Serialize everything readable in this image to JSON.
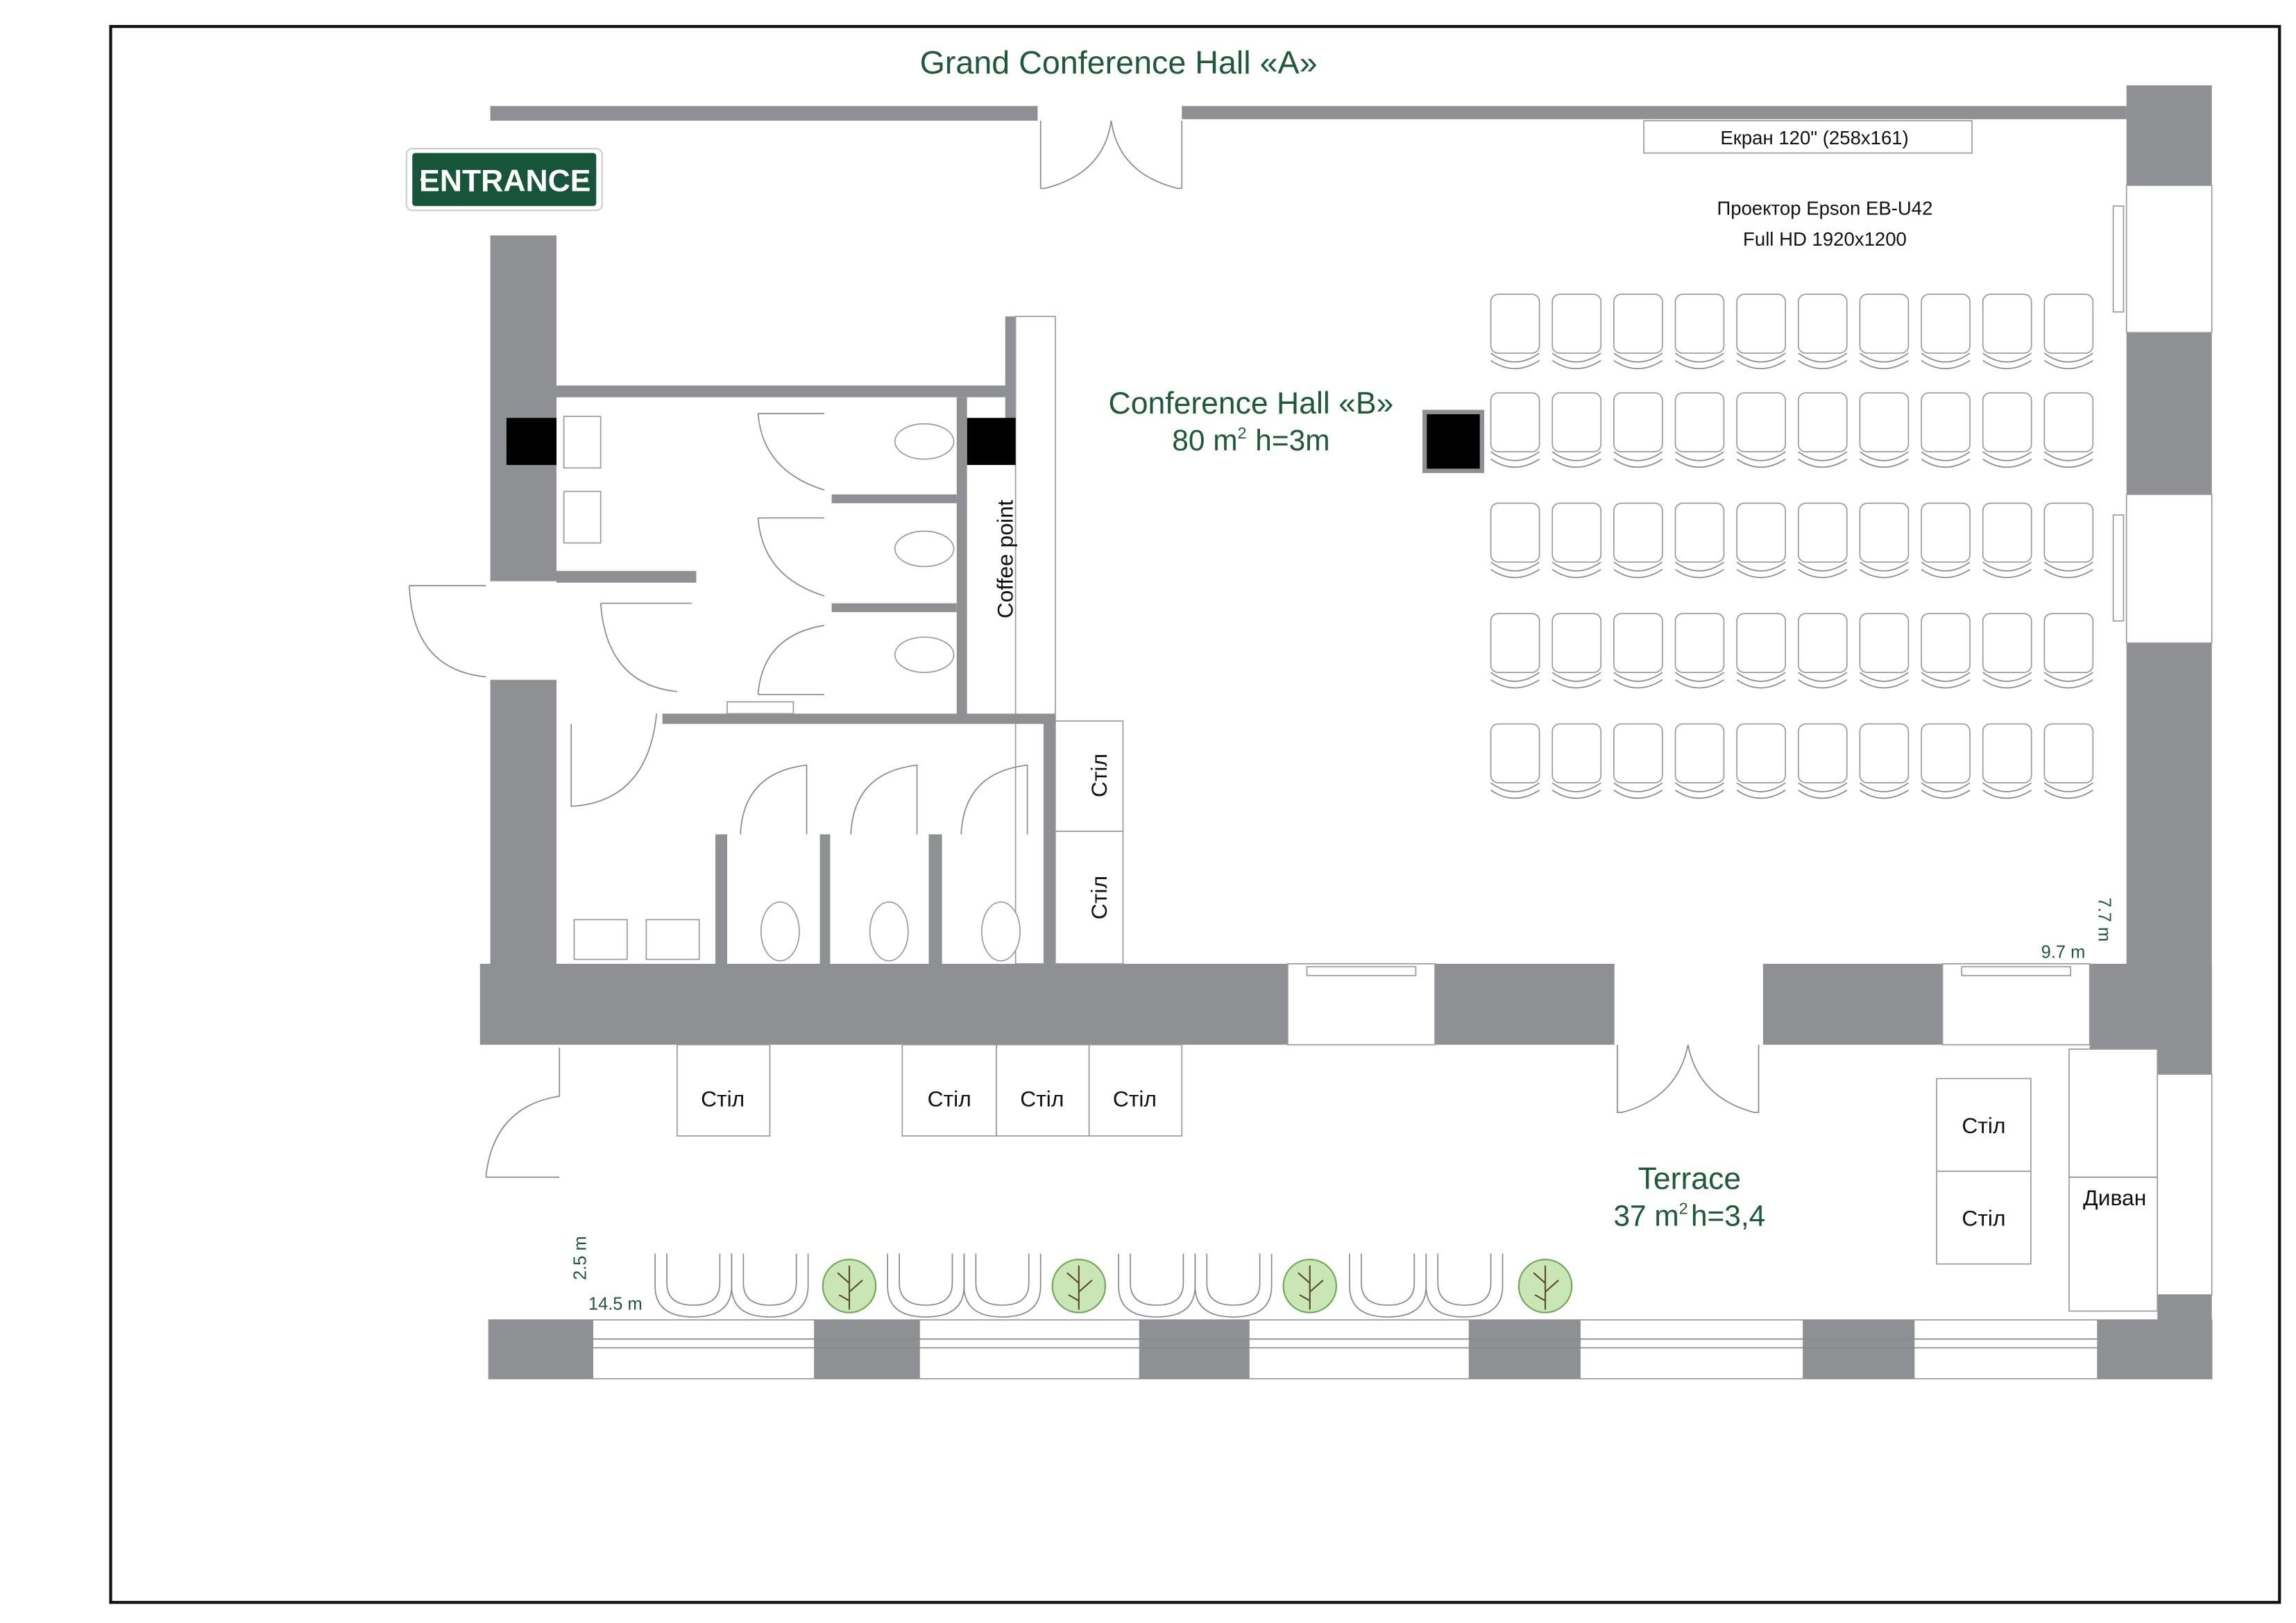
{
  "plan": {
    "title": "Grand Conference Hall «A»",
    "entrance_sign": "ENTRANCE",
    "screen_label": "Екран  120\" (258x161)",
    "projector_line1": "Проектор Epson EB-U42",
    "projector_line2": "Full HD 1920x1200",
    "hall_b": {
      "name": "Conference Hall «B»",
      "area": "80 m",
      "area_sup": "2",
      "height": "h=3m"
    },
    "coffee_point": "Coffee point",
    "restroom_tables": [
      "Стіл",
      "Стіл"
    ],
    "terrace": {
      "name": "Terrace",
      "area": "37 m",
      "area_sup": "2",
      "height": "h=3,4"
    },
    "terrace_tables": [
      "Стіл",
      "Стіл",
      "Стіл",
      "Стіл",
      "Стіл",
      "Стіл"
    ],
    "sofa": "Диван",
    "dimensions": {
      "hall_width": "9.7 m",
      "hall_depth": "7.7 m",
      "terrace_depth": "2.5 m",
      "terrace_length": "14.5 m"
    },
    "seating": {
      "rows": 5,
      "columns": 10
    },
    "colors": {
      "accent": "#1c5a38",
      "wall": "#8f9094",
      "sign_bg": "#17553a"
    }
  }
}
